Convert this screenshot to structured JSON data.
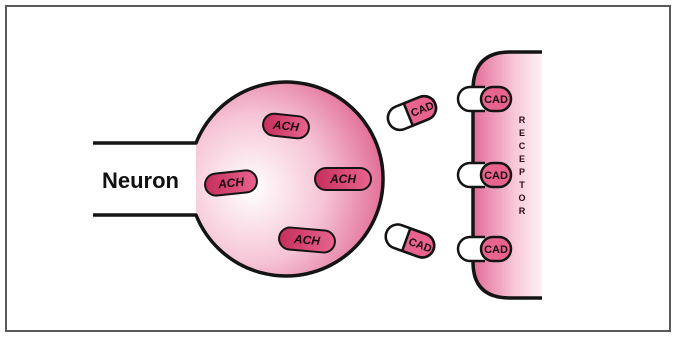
{
  "neuron": {
    "label": "Neuron"
  },
  "neurotransmitters": [
    {
      "label": "ACH"
    },
    {
      "label": "ACH"
    },
    {
      "label": "ACH"
    },
    {
      "label": "ACH"
    }
  ],
  "free_molecules": [
    {
      "label": "CAD"
    },
    {
      "label": "CAD"
    }
  ],
  "receptor": {
    "title": "RECEPTOR",
    "letters": [
      "R",
      "E",
      "C",
      "E",
      "P",
      "T",
      "O",
      "R"
    ],
    "sites": [
      {
        "label": "CAD"
      },
      {
        "label": "CAD"
      },
      {
        "label": "CAD"
      }
    ]
  },
  "colors": {
    "pink_dark": "#c0305a",
    "pink_mid": "#e47aa0",
    "pink_light": "#fbe3ec",
    "outline": "#141414",
    "frame": "#555555"
  }
}
